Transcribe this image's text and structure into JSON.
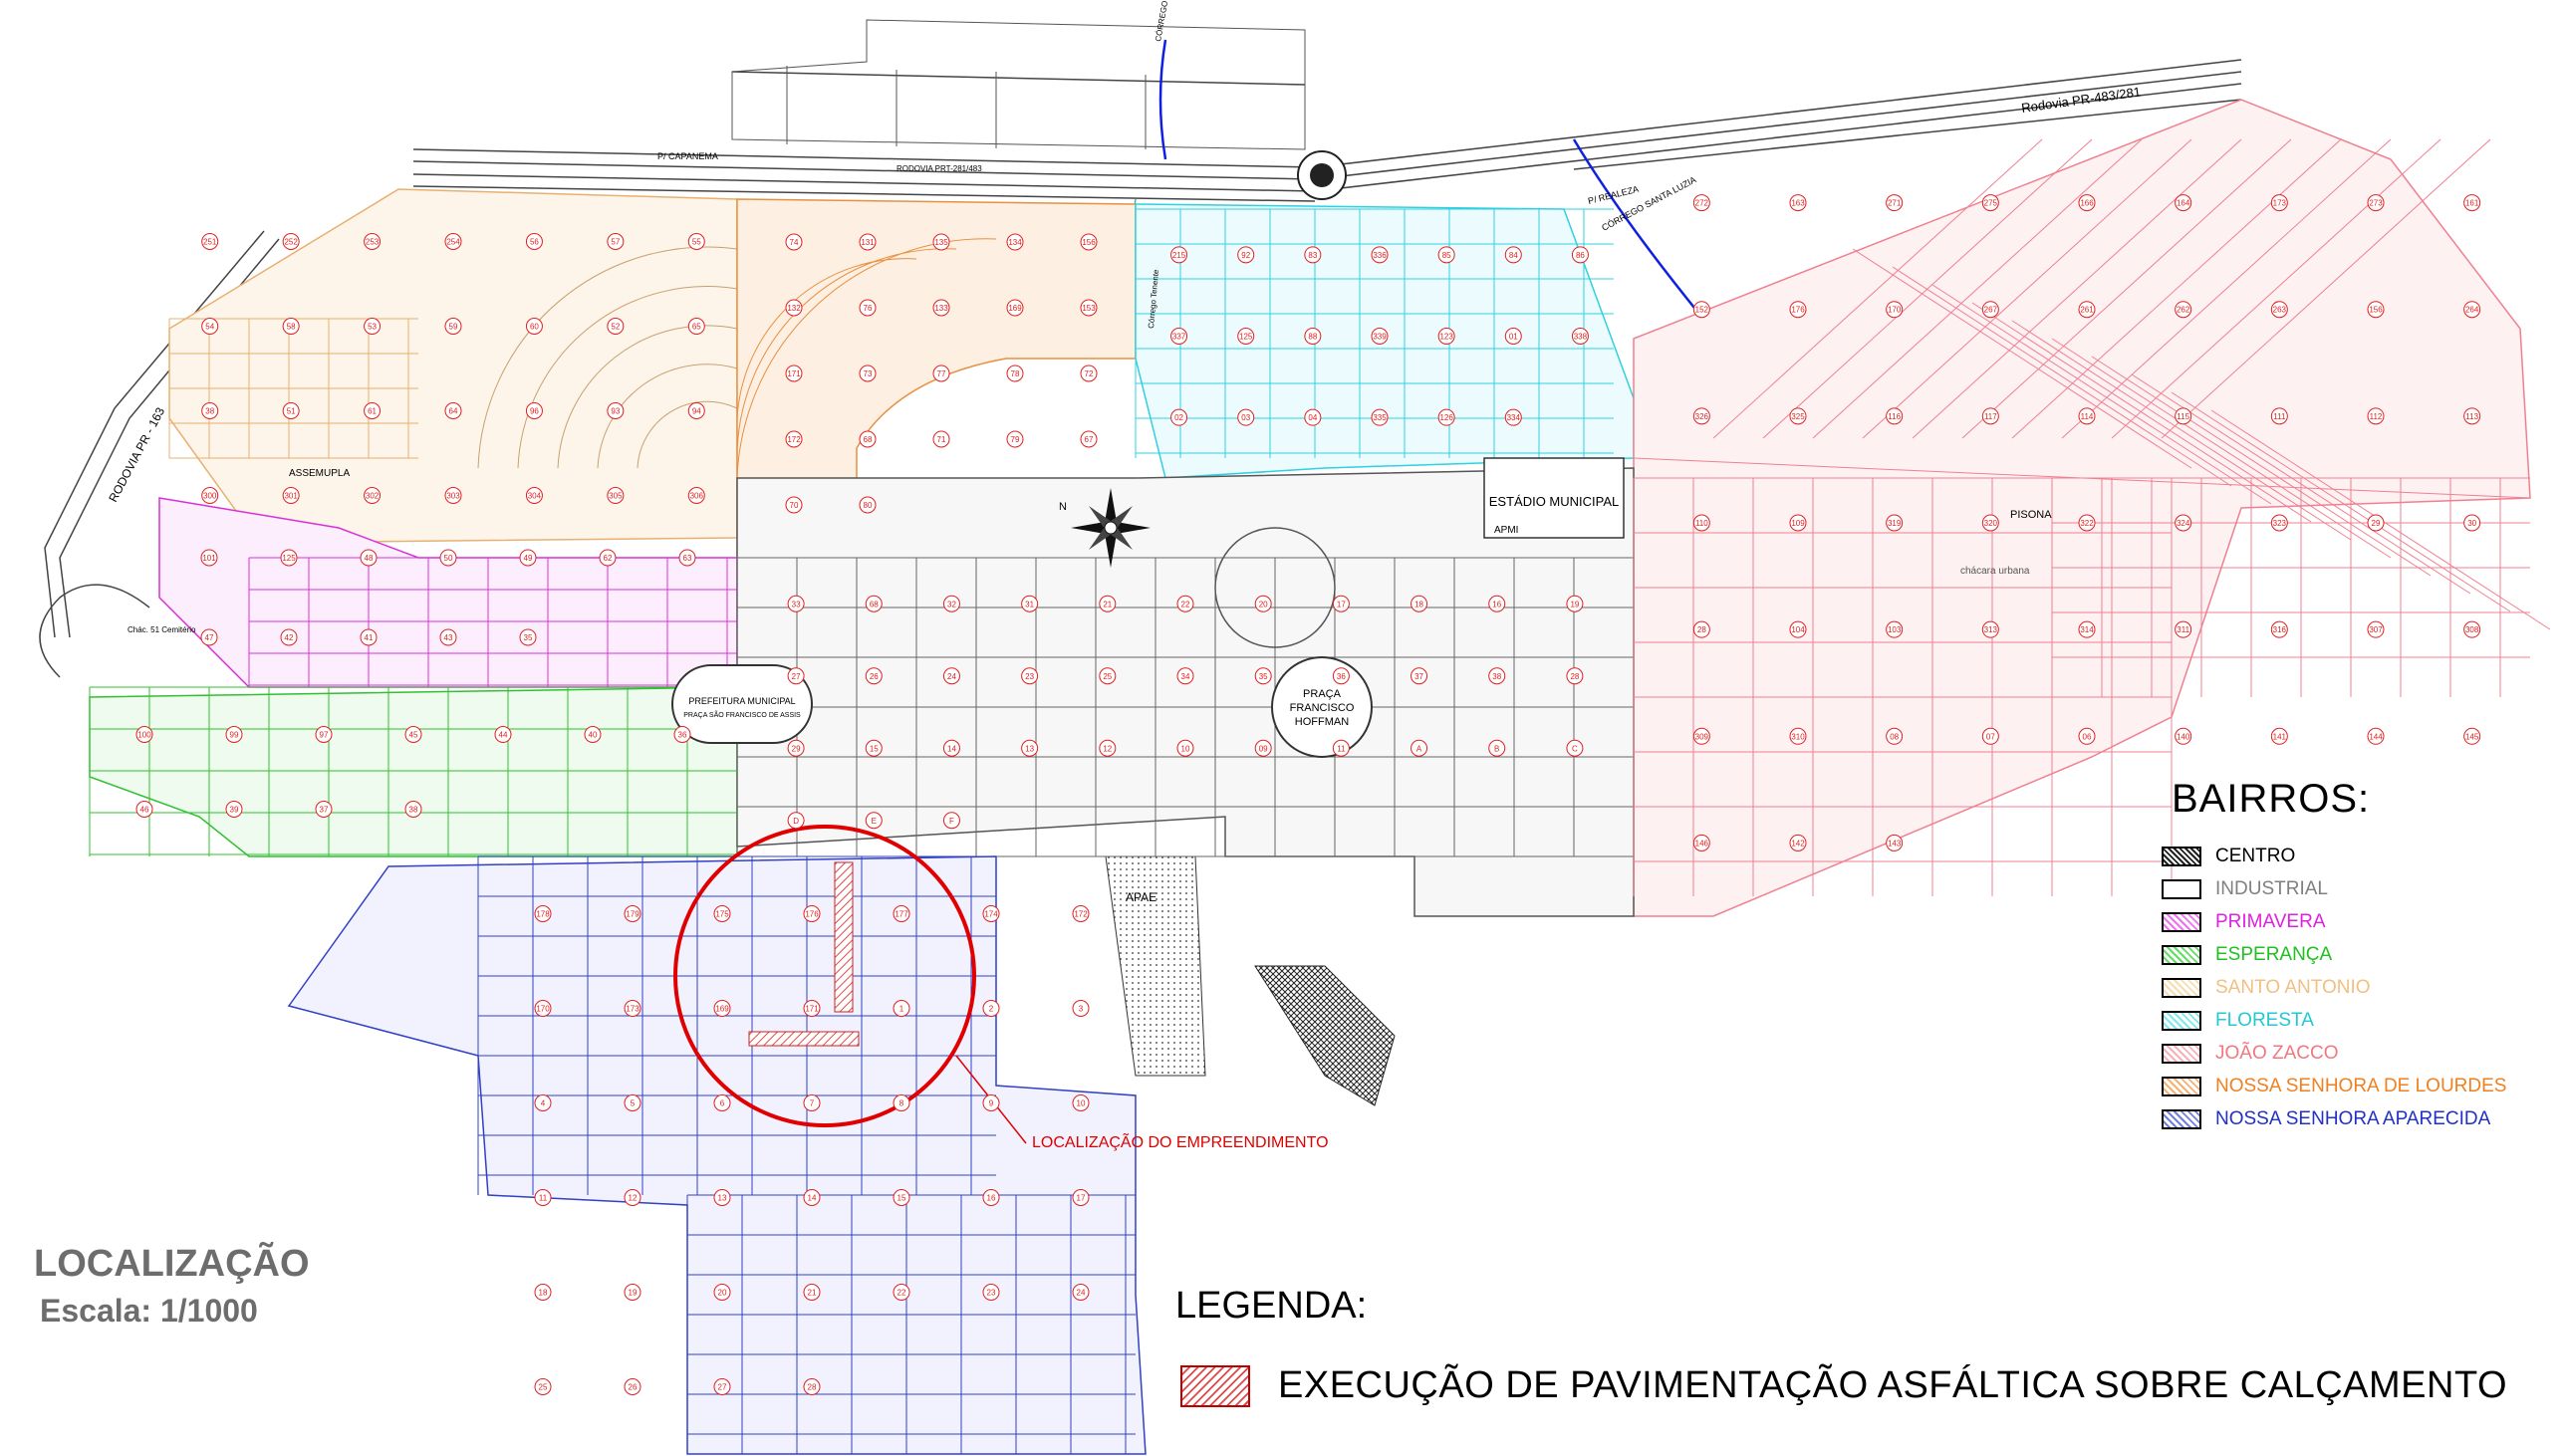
{
  "roads": {
    "rodovia_east": "Rodovia PR-483/281",
    "rodovia_main": "RODOVIA PRT-281/483",
    "to_capanema": "P/ CAPANEMA",
    "to_realeza": "P/ REALEZA",
    "rodovia_west": "RODOVIA PR - 163",
    "stream_santa_luzia": "CÓRREGO SANTA LUZIA",
    "stream_tereziinha": "CÓRREGO TEREZINHA",
    "stream_tenente": "Córrego Tenente"
  },
  "places": {
    "assemupla": "ASSEMUPLA",
    "cemiterio": "Chác. 51 Cemitério",
    "prefeitura": "PREFEITURA MUNICIPAL",
    "praca_assis": "PRAÇA SÃO FRANCISCO DE ASSIS",
    "praca_hoffman": "PRAÇA FRANCISCO HOFFMAN",
    "estadio": "ESTÁDIO MUNICIPAL",
    "apmi": "APMI",
    "apae": "APAE",
    "pisona": "PISONA",
    "chacara": "chácara urbana"
  },
  "bairros": {
    "title": "BAIRROS:",
    "items": [
      {
        "name": "CENTRO",
        "color": "#000000",
        "fill": "#777777"
      },
      {
        "name": "INDUSTRIAL",
        "color": "#808080",
        "fill": "#ffffff"
      },
      {
        "name": "PRIMAVERA",
        "color": "#e020e0",
        "fill": "#f070f0"
      },
      {
        "name": "ESPERANÇA",
        "color": "#20c020",
        "fill": "#60e060"
      },
      {
        "name": "SANTO ANTONIO",
        "color": "#f0c080",
        "fill": "#f8dcb0"
      },
      {
        "name": "FLORESTA",
        "color": "#20c8d8",
        "fill": "#80e8f0"
      },
      {
        "name": "JOÃO ZACCO",
        "color": "#f07880",
        "fill": "#f8b0b8"
      },
      {
        "name": "NOSSA SENHORA DE LOURDES",
        "color": "#f08020",
        "fill": "#f8b070"
      },
      {
        "name": "NOSSA SENHORA APARECIDA",
        "color": "#2030c8",
        "fill": "#7080e0"
      }
    ]
  },
  "site_label": "LOCALIZAÇÃO DO EMPREENDIMENTO",
  "location": {
    "title": "LOCALIZAÇÃO",
    "scale": "Escala: 1/1000"
  },
  "legenda": {
    "title": "LEGENDA:",
    "item": "EXECUÇÃO DE PAVIMENTAÇÃO ASFÁLTICA SOBRE CALÇAMENTO"
  },
  "colors": {
    "centro": "#555555",
    "santo_antonio": "#e8b070",
    "lourdes": "#e89040",
    "floresta": "#30d0e0",
    "zacco": "#f08090",
    "primavera": "#d830d8",
    "esperanca": "#30c030",
    "aparecida": "#3040c8",
    "highlight_circle": "#e00000"
  },
  "block_numbers": {
    "santo_antonio": [
      "251",
      "252",
      "253",
      "254",
      "56",
      "57",
      "55",
      "54",
      "58",
      "53",
      "59",
      "60",
      "52",
      "65",
      "38",
      "51",
      "61",
      "64",
      "96",
      "93",
      "94",
      "300",
      "301",
      "302",
      "303",
      "304",
      "305",
      "306"
    ],
    "lourdes": [
      "74",
      "131",
      "135",
      "134",
      "156",
      "132",
      "76",
      "133",
      "169",
      "153",
      "171",
      "73",
      "77",
      "78",
      "72",
      "172",
      "68",
      "71",
      "79",
      "67",
      "70",
      "80"
    ],
    "floresta": [
      "215",
      "92",
      "83",
      "336",
      "85",
      "84",
      "86",
      "337",
      "125",
      "88",
      "339",
      "123",
      "01",
      "338",
      "02",
      "03",
      "04",
      "335",
      "126",
      "334"
    ],
    "zacco": [
      "272",
      "163",
      "271",
      "275",
      "166",
      "164",
      "173",
      "273",
      "161",
      "152",
      "176",
      "170",
      "267",
      "261",
      "262",
      "263",
      "156",
      "264",
      "326",
      "325",
      "116",
      "117",
      "114",
      "115",
      "111",
      "112",
      "113",
      "110",
      "109",
      "319",
      "320",
      "322",
      "324",
      "323",
      "29",
      "30",
      "28",
      "104",
      "103",
      "313",
      "314",
      "311",
      "316",
      "307",
      "308",
      "309",
      "310",
      "08",
      "07",
      "06",
      "140",
      "141",
      "144",
      "145",
      "146",
      "142",
      "143"
    ],
    "primavera": [
      "101",
      "125",
      "48",
      "50",
      "49",
      "62",
      "63",
      "47",
      "42",
      "41",
      "43",
      "35"
    ],
    "esperanca": [
      "100",
      "99",
      "97",
      "45",
      "44",
      "40",
      "36",
      "46",
      "39",
      "37",
      "38"
    ],
    "centro": [
      "33",
      "68",
      "32",
      "31",
      "21",
      "22",
      "20",
      "17",
      "18",
      "16",
      "19",
      "27",
      "26",
      "24",
      "23",
      "25",
      "34",
      "35",
      "36",
      "37",
      "38",
      "28",
      "29",
      "15",
      "14",
      "13",
      "12",
      "10",
      "09",
      "11",
      "A",
      "B",
      "C",
      "D",
      "E",
      "F"
    ],
    "aparecida": [
      "178",
      "179",
      "175",
      "176",
      "177",
      "174",
      "172",
      "170",
      "173",
      "169",
      "171",
      "1",
      "2",
      "3",
      "4",
      "5",
      "6",
      "7",
      "8",
      "9",
      "10",
      "11",
      "12",
      "13",
      "14",
      "15",
      "16",
      "17",
      "18",
      "19",
      "20",
      "21",
      "22",
      "23",
      "24",
      "25",
      "26",
      "27",
      "28"
    ]
  }
}
